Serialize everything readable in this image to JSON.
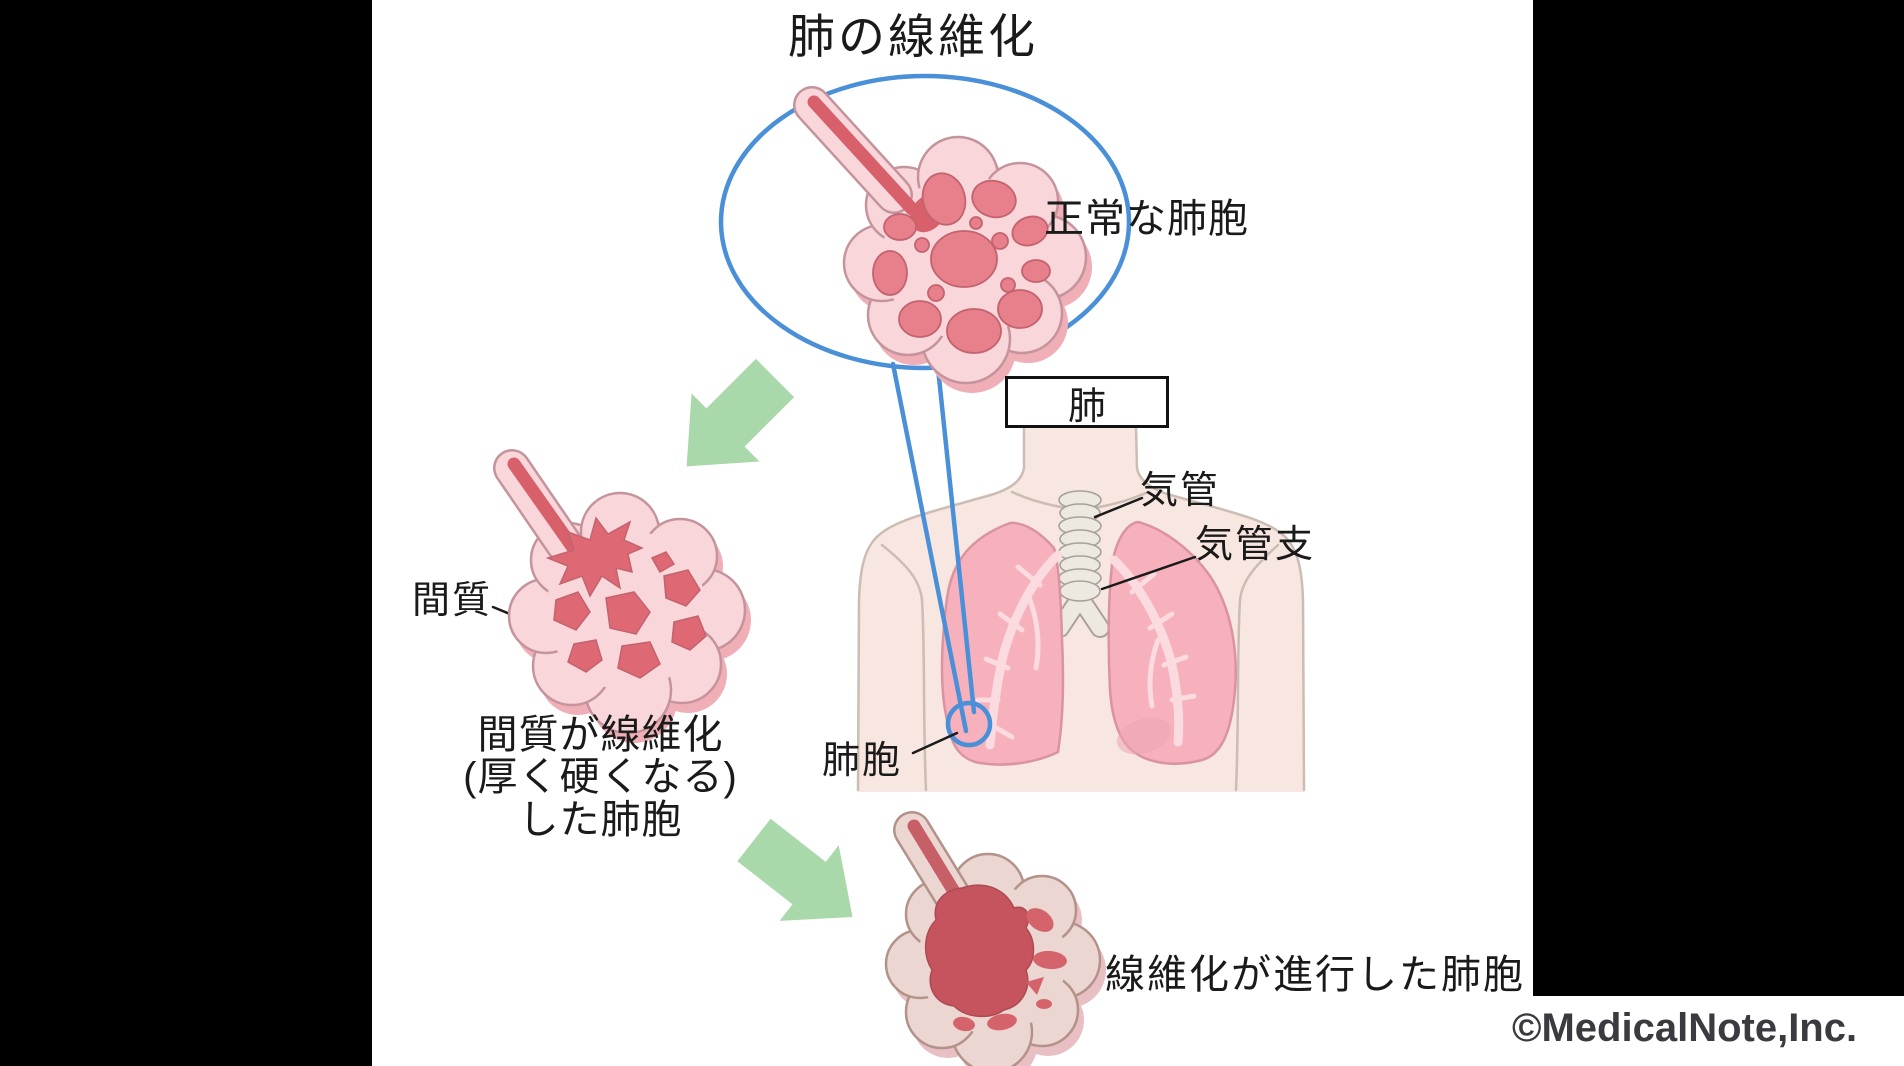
{
  "title": "肺の線維化",
  "callout": {
    "normal_alveoli_label": "正常な肺胞"
  },
  "body_figure": {
    "box_label": "肺",
    "trachea_label": "気管",
    "bronchus_label": "気管支",
    "alveoli_label": "肺胞"
  },
  "fibrosis": {
    "interstitium_label": "間質",
    "caption_line1": "間質が線維化",
    "caption_line2": "(厚く硬くなる)",
    "caption_line3": "した肺胞",
    "advanced_caption": "線維化が進行した肺胞"
  },
  "footer": {
    "copyright": "©MedicalNote,Inc."
  },
  "colors": {
    "page_background": "#000000",
    "panel_background": "#ffffff",
    "callout_blue": "#4a90d8",
    "arrow_green": "#a9d8aa",
    "text_black": "#1a1a1a",
    "copyright_gray": "#3a3a40",
    "skin_pink": "#f8e7e0",
    "skin_outline": "#cbbcb4",
    "lung_pink": "#f6b1bc",
    "lung_outline": "#da93a0",
    "lung_branch_pink": "#fbdbe0",
    "trachea_cream": "#ede9e1",
    "alveoli_pale_pink": "#f9d6da",
    "alveoli_outline": "#c4939c",
    "alveoli_sac_red": "#e7808a",
    "duct_red": "#d7606b",
    "fibrotic_sac_red": "#de6873",
    "advanced_wall_pink": "#ecd6d1",
    "advanced_mass_red": "#c5545e"
  }
}
